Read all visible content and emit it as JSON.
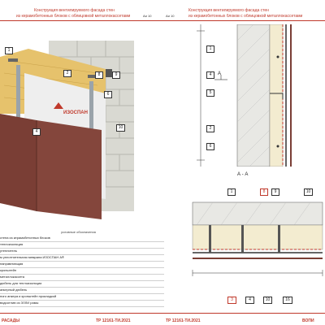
{
  "left_sheet": {
    "title_line1": "Конструкция вентилируемого фасада стен",
    "title_line2": "из керамобетонных блоков с облицовкой металлокассетами",
    "sheet_code": "Аи 10",
    "brand_label": "ИЗОСПАН",
    "legend_title": "условные обозначения",
    "legend_items": [
      "стена из керамобетонных блоков",
      "теплоизоляция",
      "утеплитель",
      "м уплотнительная мемрана ИЗОСПАН А®",
      "направляющая",
      "кронштейн",
      "металлокассета",
      "дюбель для теплоизоляции",
      "анкерный дюбель",
      "ного анкера и кронштейн прокладкой",
      "водоотлив из ЗЛЛИ рамы"
    ],
    "footer_left": "РАСАДЫ",
    "footer_right": "ТР 12161-ТИ.2021",
    "callouts": [
      "1",
      "2",
      "8",
      "9",
      "10",
      "4",
      "6"
    ]
  },
  "right_sheet": {
    "title_line1": "Конструкция вентилируемого фасада стен",
    "title_line2": "из керамобетонных блоков с облицовкой металлокассетами",
    "sheet_code": "Аи 10",
    "section_marker": "А",
    "section_title": "А - А",
    "callouts_top": [
      "1",
      "4",
      "5",
      "2",
      "6"
    ],
    "callouts_section": [
      "1",
      "8",
      "9",
      "10"
    ],
    "callouts_bottom": [
      "3",
      "4",
      "10",
      "16"
    ],
    "footer_left": "ТР 12161-ТИ.2021",
    "footer_right": "ВОПИ"
  },
  "colors": {
    "accent": "#c0392b",
    "panel": "#7a3e35",
    "insulation": "#e0c06a",
    "wall": "#d8d8d0"
  }
}
